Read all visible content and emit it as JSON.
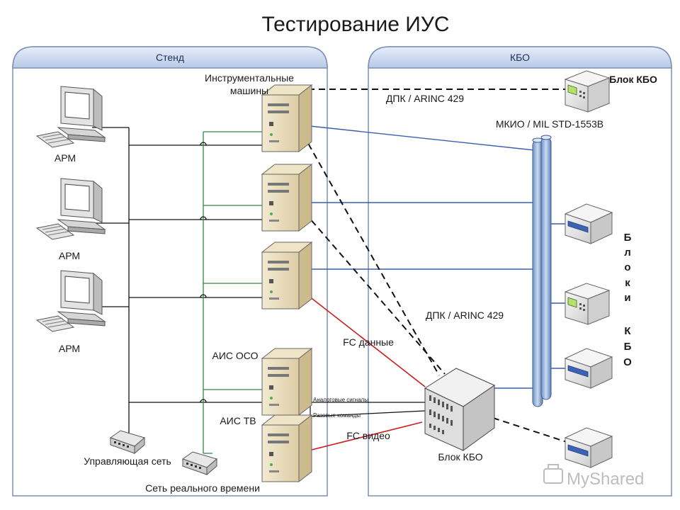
{
  "title": "Тестирование ИУС",
  "panels": {
    "stand": "Стенд",
    "kbo": "КБО"
  },
  "stand": {
    "arm_labels": [
      "АРМ",
      "АРМ",
      "АРМ"
    ],
    "instrumental_line1": "Инструментальные",
    "instrumental_line2": "машины",
    "ais_oso": "АИС ОСО",
    "ais_tv": "АИС ТВ",
    "control_net": "Управляющая сеть",
    "realtime_net": "Сеть реального времени",
    "analog_signals": "Аналоговые сигналы",
    "single_commands": "Разовые команды",
    "fc_data": "FC данные",
    "fc_video": "FC видео"
  },
  "kbo": {
    "block_kbo_top": "Блок КБО",
    "dpk_top": "ДПК / ARINC 429",
    "mkio": "МКИО / MIL STD-1553B",
    "dpk_mid": "ДПК / ARINC 429",
    "block_kbo_bottom": "Блок КБО",
    "blocks_vertical": [
      "Б",
      "л",
      "о",
      "к",
      "и",
      "",
      "К",
      "Б",
      "О"
    ]
  },
  "watermark": "MyShared",
  "colors": {
    "blue_line": "#3a5fb0",
    "green_line": "#2e8b3e",
    "red_line": "#cc1e1e",
    "panel_stroke": "#7a8fb5",
    "panel_header": "#c9d6ee"
  }
}
